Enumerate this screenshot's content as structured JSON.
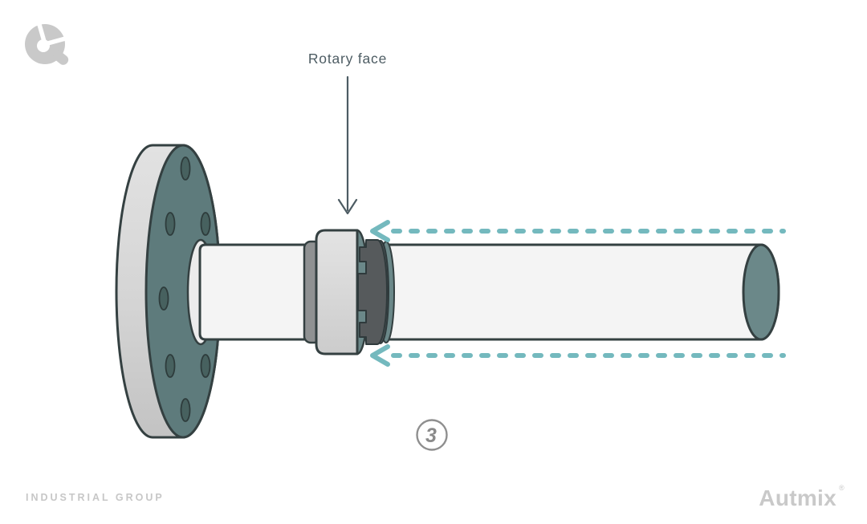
{
  "annotation": {
    "label": "Rotary face"
  },
  "step_badge": {
    "number": "3"
  },
  "footer": {
    "left_text": "INDUSTRIAL GROUP",
    "brand_name": "Autmix",
    "registered_mark": "®"
  },
  "icons": {
    "brand_mark": "autmix-a-logo-icon",
    "annotation_arrow": "down-arrow-icon",
    "insertion_arrow": "dashed-left-arrow-icon"
  },
  "diagram": {
    "type": "technical-illustration",
    "parts": [
      "pipe-flange",
      "flange-bolt-holes",
      "shaft",
      "shaft-hub-collar",
      "set-collar-ring",
      "rotary-face-seal-body",
      "drive-notch-ring",
      "insertion-direction-arrows"
    ]
  },
  "colors": {
    "background": "#ffffff",
    "outline": "#344041",
    "flange_face_teal": "#5e7b7c",
    "bolt_hole_teal": "#47615f",
    "shaft_end_teal": "#6b8889",
    "arrow_teal": "#74b9be",
    "label_text": "#4d5c63",
    "rim_gray": "#d6d6d6",
    "shaft_fill": "#f4f4f4",
    "dark_ring": "#565a5c",
    "muted_text": "#c7c7c7",
    "badge_stroke": "#8f8f8f"
  }
}
